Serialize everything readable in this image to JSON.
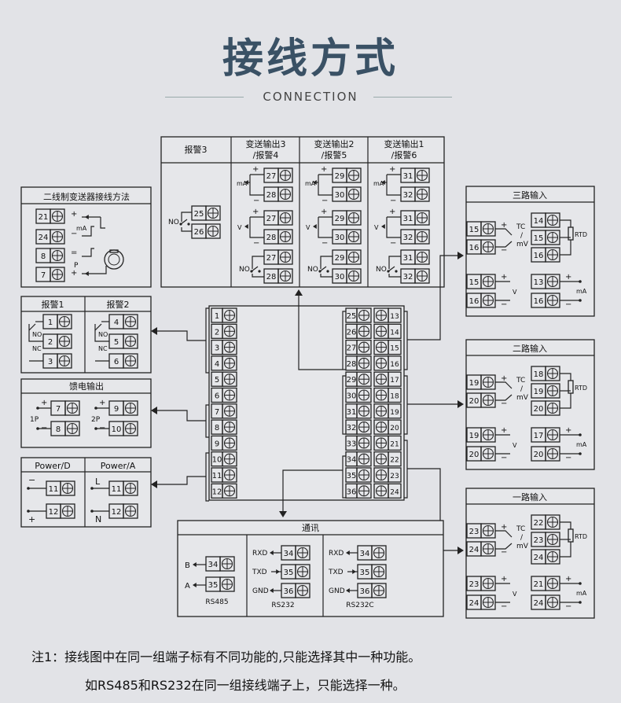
{
  "page": {
    "title": "接线方式",
    "subtitle": "CONNECTION",
    "note_line1": "注1：接线图中在同一组端子标有不同功能的,只能选择其中一种功能。",
    "note_line2": "如RS485和RS232在同一组接线端子上，只能选择一种。"
  },
  "top_panel": {
    "col_headers": [
      "报警3",
      "变送输出3",
      "/报警4",
      "变送输出2",
      "/报警5",
      "变送输出1",
      "/报警6"
    ],
    "alarm3_terminals": [
      "25",
      "26"
    ],
    "no_label": "NO",
    "ma_label": "mA",
    "v_label": "V",
    "out3_terminals": [
      "27",
      "28"
    ],
    "out2_terminals": [
      "29",
      "30"
    ],
    "out1_terminals": [
      "31",
      "32"
    ]
  },
  "two_wire": {
    "title": "二线制变送器接线方法",
    "terminals": [
      "21",
      "24",
      "8",
      "7"
    ],
    "ma_label": "mA",
    "p_label": "P"
  },
  "alarm12": {
    "header1": "报警1",
    "header2": "报警2",
    "left_terminals": [
      "1",
      "2",
      "3"
    ],
    "right_terminals": [
      "4",
      "5",
      "6"
    ],
    "no_label": "NO",
    "nc_label": "NC"
  },
  "feed": {
    "title": "馈电输出",
    "p1_label": "1P",
    "p2_label": "2P",
    "p1_terminals": [
      "7",
      "8"
    ],
    "p2_terminals": [
      "9",
      "10"
    ]
  },
  "power": {
    "header_d": "Power/D",
    "header_a": "Power/A",
    "terminals": [
      "11",
      "12"
    ],
    "minus": "−",
    "plus": "+",
    "l_label": "L",
    "n_label": "N"
  },
  "center_block": {
    "left_terminals": [
      "1",
      "2",
      "3",
      "4",
      "5",
      "6",
      "7",
      "8",
      "9",
      "10",
      "11",
      "12"
    ],
    "mid_terminals": [
      "25",
      "26",
      "27",
      "28",
      "29",
      "30",
      "31",
      "32",
      "33",
      "34",
      "35",
      "36"
    ],
    "right_terminals": [
      "13",
      "14",
      "15",
      "16",
      "17",
      "18",
      "19",
      "20",
      "21",
      "22",
      "23",
      "24"
    ]
  },
  "comm": {
    "title": "通讯",
    "rs485_label": "RS485",
    "rs232_label": "RS232",
    "rs232c_label": "RS232C",
    "b_label": "B",
    "a_label": "A",
    "rxd": "RXD",
    "txd": "TXD",
    "gnd": "GND",
    "terminals_485": [
      "34",
      "35"
    ],
    "terminals_232": [
      "34",
      "35",
      "36"
    ]
  },
  "inputs": [
    {
      "title": "三路输入",
      "tc_terms": [
        "15",
        "16"
      ],
      "rtd_terms": [
        "14",
        "15",
        "16"
      ],
      "v_terms": [
        "15",
        "16"
      ],
      "ma_terms": [
        "13",
        "16"
      ]
    },
    {
      "title": "二路输入",
      "tc_terms": [
        "19",
        "20"
      ],
      "rtd_terms": [
        "18",
        "19",
        "20"
      ],
      "v_terms": [
        "19",
        "20"
      ],
      "ma_terms": [
        "17",
        "20"
      ]
    },
    {
      "title": "一路输入",
      "tc_terms": [
        "23",
        "24"
      ],
      "rtd_terms": [
        "22",
        "23",
        "24"
      ],
      "v_terms": [
        "23",
        "24"
      ],
      "ma_terms": [
        "21",
        "24"
      ]
    }
  ],
  "input_labels": {
    "tc": "TC",
    "slash": "/",
    "mv": "mV",
    "rtd": "RTD",
    "v": "V",
    "ma": "mA"
  },
  "colors": {
    "line": "#222222",
    "panel_fill": "#e8e9ec",
    "title_color": "#3a5165"
  }
}
